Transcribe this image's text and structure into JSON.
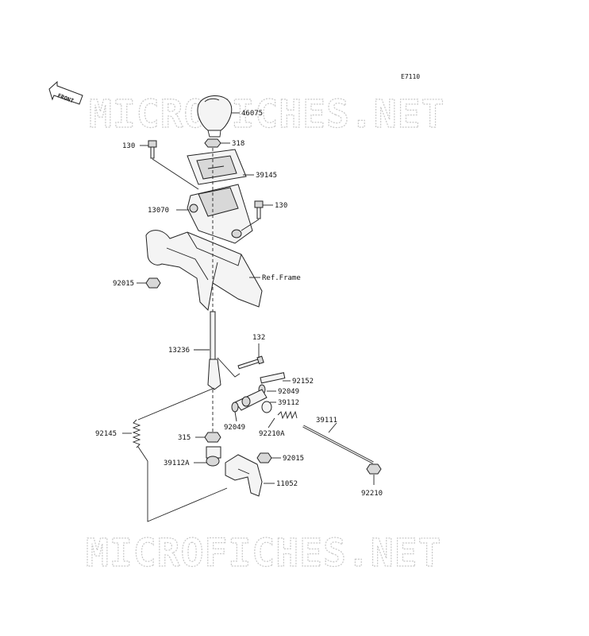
{
  "diagram_code": "E7110",
  "front_arrow": "FRONT",
  "watermark": "MICROFICHES.NET",
  "parts": {
    "p46075": "46075",
    "p318": "318",
    "p130a": "130",
    "p39145": "39145",
    "p13070": "13070",
    "p130b": "130",
    "p92015a": "92015",
    "ref_frame": "Ref.Frame",
    "p13236": "13236",
    "p132": "132",
    "p92152": "92152",
    "p92049a": "92049",
    "p39112": "39112",
    "p39111": "39111",
    "p92049b": "92049",
    "p92210A": "92210A",
    "p92145": "92145",
    "p315": "315",
    "p39112A": "39112A",
    "p92015b": "92015",
    "p11052": "11052",
    "p92210": "92210"
  }
}
